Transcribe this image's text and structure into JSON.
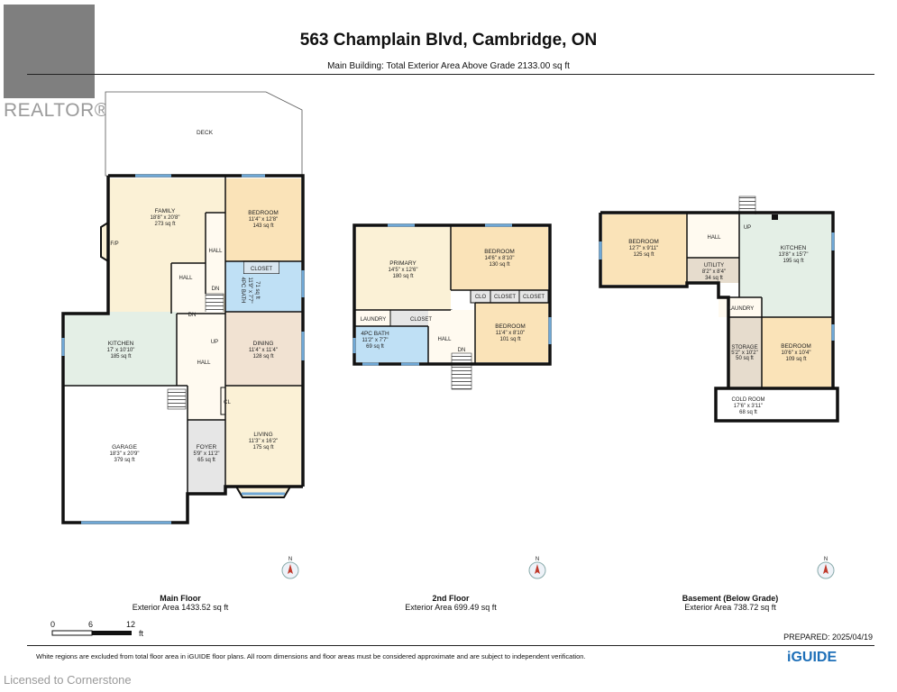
{
  "brand": {
    "realtor": "REALTOR®",
    "iguide": "iGUIDE",
    "licensed": "Licensed to Cornerstone"
  },
  "header": {
    "title": "563 Champlain Blvd, Cambridge, ON",
    "subtitle": "Main Building: Total Exterior Area Above Grade 2133.00 sq ft"
  },
  "floors": {
    "main": {
      "name": "Main Floor",
      "area": "Exterior Area 1433.52 sq ft"
    },
    "second": {
      "name": "2nd Floor",
      "area": "Exterior Area 699.49 sq ft"
    },
    "basement": {
      "name": "Basement (Below Grade)",
      "area": "Exterior Area 738.72 sq ft"
    }
  },
  "compass_label": "N",
  "scale": {
    "labels": [
      "0",
      "6",
      "12"
    ],
    "unit": "ft"
  },
  "prepared": "PREPARED: 2025/04/19",
  "disclaimer": "White regions are excluded from total floor area in iGUIDE floor plans. All room dimensions and floor areas must be considered approximate and are subject to independent verification.",
  "rooms": {
    "deck": {
      "name": "DECK"
    },
    "family": {
      "name": "FAMILY",
      "dims": "18'8\" x 20'8\"",
      "area": "273 sq ft"
    },
    "fp": {
      "name": "F/P"
    },
    "main_bedroom": {
      "name": "BEDROOM",
      "dims": "11'4\" x 12'8\"",
      "area": "143 sq ft"
    },
    "main_hall_top": {
      "name": "HALL"
    },
    "main_hall_left": {
      "name": "HALL"
    },
    "main_closet": {
      "name": "CLOSET"
    },
    "main_bath": {
      "name": "4PC BATH",
      "dims": "11'9\" x 7'7\"",
      "area": "71 sq ft"
    },
    "main_dn": {
      "name": "DN"
    },
    "main_dn2": {
      "name": "DN"
    },
    "main_up": {
      "name": "UP"
    },
    "kitchen": {
      "name": "KITCHEN",
      "dims": "17' x 10'10\"",
      "area": "185 sq ft"
    },
    "main_hall": {
      "name": "HALL"
    },
    "dining": {
      "name": "DINING",
      "dims": "11'4\" x 11'4\"",
      "area": "128 sq ft"
    },
    "cl": {
      "name": "CL"
    },
    "garage": {
      "name": "GARAGE",
      "dims": "18'3\" x 20'9\"",
      "area": "379 sq ft"
    },
    "foyer": {
      "name": "FOYER",
      "dims": "5'9\" x 11'2\"",
      "area": "65 sq ft"
    },
    "living": {
      "name": "LIVING",
      "dims": "11'3\" x 16'2\"",
      "area": "175 sq ft"
    },
    "primary": {
      "name": "PRIMARY",
      "dims": "14'5\" x 12'6\"",
      "area": "180 sq ft"
    },
    "bed2a": {
      "name": "BEDROOM",
      "dims": "14'6\" x 8'10\"",
      "area": "130 sq ft"
    },
    "clo": {
      "name": "CLO"
    },
    "closet2a": {
      "name": "CLOSET"
    },
    "closet2b": {
      "name": "CLOSET"
    },
    "laundry2": {
      "name": "LAUNDRY"
    },
    "closet2c": {
      "name": "CLOSET"
    },
    "bath2": {
      "name": "4PC BATH",
      "dims": "11'2\" x 7'7\"",
      "area": "69 sq ft"
    },
    "hall2": {
      "name": "HALL"
    },
    "dn2": {
      "name": "DN"
    },
    "bed2b": {
      "name": "BEDROOM",
      "dims": "11'4\" x 8'10\"",
      "area": "101 sq ft"
    },
    "bbed1": {
      "name": "BEDROOM",
      "dims": "12'7\" x 9'11\"",
      "area": "125 sq ft"
    },
    "bhall": {
      "name": "HALL"
    },
    "bup": {
      "name": "UP"
    },
    "bkitchen": {
      "name": "KITCHEN",
      "dims": "13'8\" x 15'7\"",
      "area": "195 sq ft"
    },
    "butility": {
      "name": "UTILITY",
      "dims": "8'2\" x 8'4\"",
      "area": "34 sq ft"
    },
    "blaundry": {
      "name": "LAUNDRY"
    },
    "bstorage": {
      "name": "STORAGE",
      "dims": "5'2\" x 10'2\"",
      "area": "50 sq ft"
    },
    "bbed2": {
      "name": "BEDROOM",
      "dims": "10'6\" x 10'4\"",
      "area": "109 sq ft"
    },
    "coldroom": {
      "name": "COLD ROOM",
      "dims": "17'6\" x 3'11\"",
      "area": "68 sq ft"
    }
  }
}
